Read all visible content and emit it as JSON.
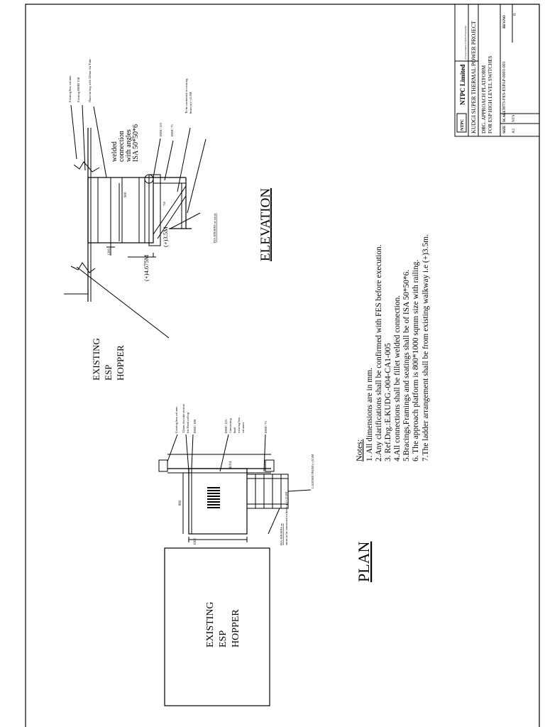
{
  "titles": {
    "elevation": "ELEVATION",
    "plan": "PLAN"
  },
  "labels": {
    "existing_hopper_top": [
      "EXISTING",
      "ESP",
      "HOPPER"
    ],
    "existing_hopper_bottom": [
      "EXISTING",
      "ESP",
      "HOPPER"
    ]
  },
  "elevation": {
    "callout_existing_box_column": "Existing box column",
    "callout_existing_ismb": "Existing ISMB 150",
    "callout_hand_railing": "Hand railing with 32mm dia Tube",
    "welded_note": [
      "welded",
      "connection",
      "with angles",
      "ISA 50*50*6"
    ],
    "callout_ismc125": "ISMC 125",
    "callout_ismc75": "ISMC 75",
    "callout_connect_beam": [
      "To be connected to existing",
      "beam at (+)3.5M"
    ],
    "dim_900": "900",
    "dim_1300": "1300",
    "dim_750": "750",
    "level_4675": "(+)4.675M",
    "level_35": "(+)3.5M",
    "isa_struts": "ISA 50X50X6 as struts"
  },
  "plan": {
    "callout_box_column": "Existing box column",
    "callout_tube": [
      "32mm dia tube section",
      "for Hand railing"
    ],
    "callout_ismc100": "ISMC 100",
    "callout_ismc125": [
      "ISMC 125 -",
      "Connecting",
      "both",
      "existing box",
      "columns"
    ],
    "callout_ismc75": "ISMC 75",
    "callout_ladder": "LADDER FROM (+)3.5M",
    "dim_4104": "4104",
    "dim_800": "800",
    "dim_1000": "1000",
    "isa_struts": [
      "ISA 50X50X6 as",
      "struts to be connected to beam at (+)3.5M"
    ]
  },
  "notes": {
    "heading": "Notes:",
    "items": [
      "1. All dimensions are in mm.",
      "2.Any clarifications shall be confirmed with FES before execution.",
      "3. Ref.Drg.:E.KUDG.-004-CA1-005",
      "4.All connections shall be fillet welded connection.",
      "5.Bracings,Framings and seatings shall be of ISA 50*50*6.",
      "6. The approach platform is 800*1000 sqmm size with railing.",
      "7.The ladder arrangement shall be from existing walkway i.e (+)3.5m."
    ]
  },
  "title_block": {
    "company": "NTPC Limited",
    "company_sub": "A Government of India Enterprise",
    "logo": "NTPC",
    "project": "KUDGI SUPER THERMAL POWER PROJECT",
    "drg_line1": "DRG. APPROACH PLATFORM",
    "drg_line2": "FOR ESP HIGH LEVEL SWITCHES",
    "size_label": "SIZE",
    "size_value": "A3",
    "scale_label": "SCALE",
    "scale_value": "NTS",
    "drg_no": "9073-FES-ESPAP-0001-001",
    "rev_label": "REV.NO",
    "rev_value": "0"
  }
}
